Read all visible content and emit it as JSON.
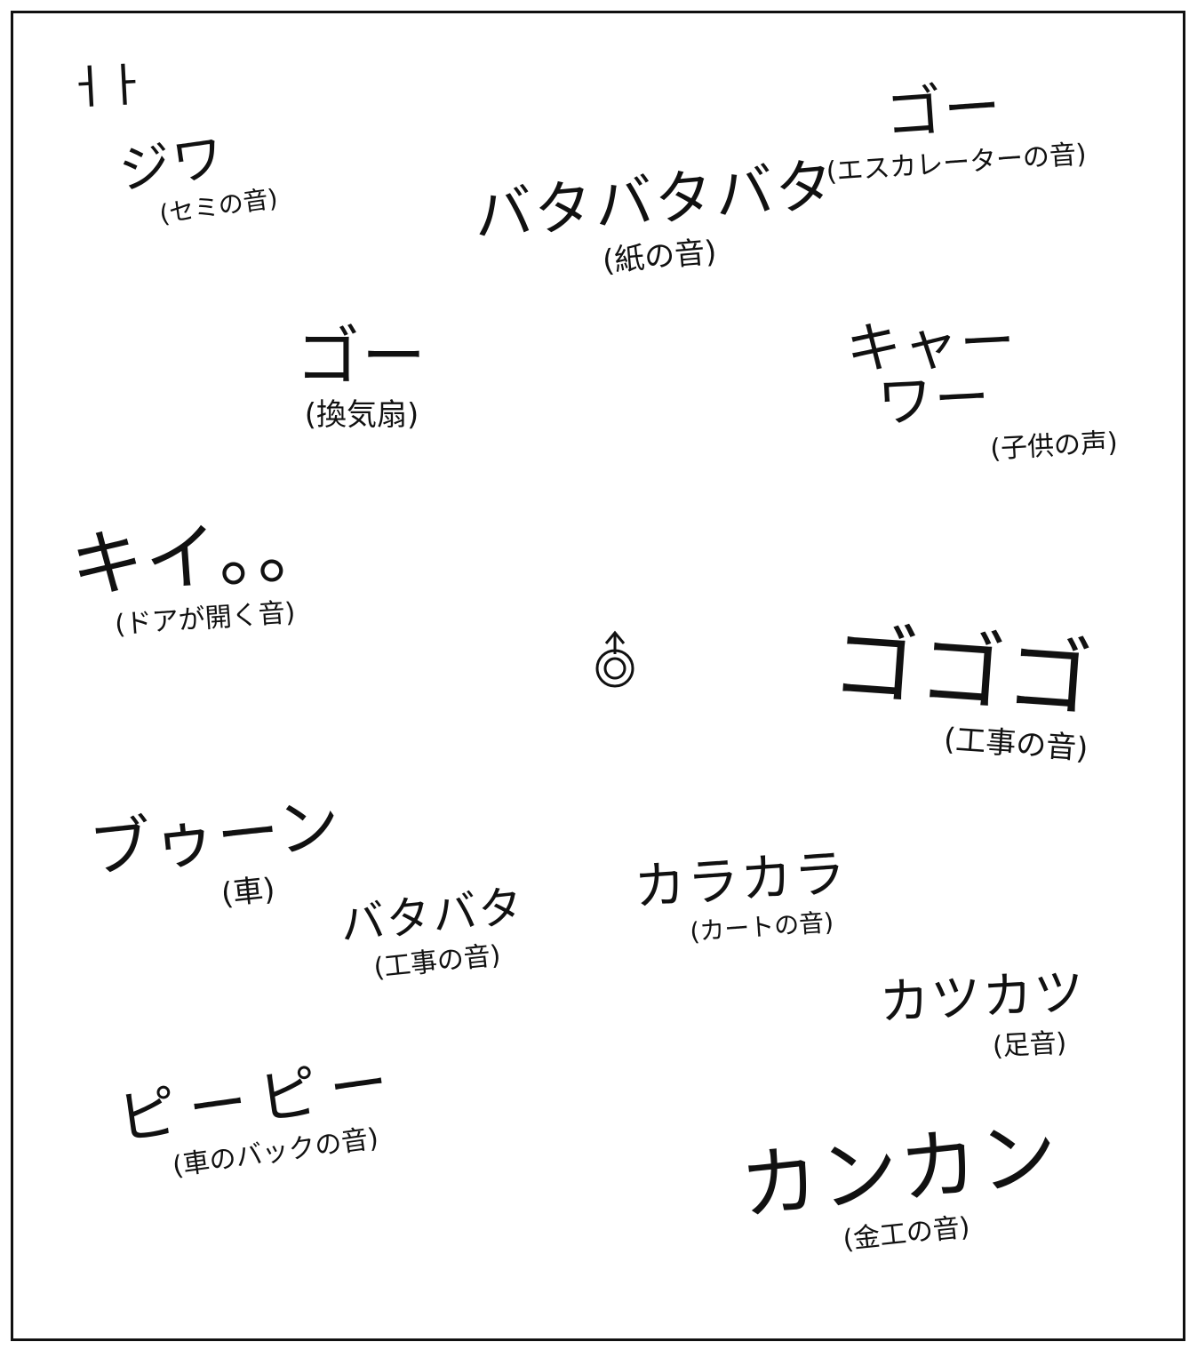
{
  "corner_label": "ㅓㅏ",
  "sound_effects": [
    {
      "id": "semi",
      "word": "ジワ",
      "caption": "(セミの音)"
    },
    {
      "id": "paper",
      "word": "バタバタバタ",
      "caption": "(紙の音)"
    },
    {
      "id": "escalator",
      "word": "ゴー",
      "caption": "(エスカレーターの音)"
    },
    {
      "id": "air",
      "word": "ゴー",
      "caption": "(換気扇)"
    },
    {
      "id": "child",
      "word": "キャーワー",
      "caption": "(子供の声)"
    },
    {
      "id": "door",
      "word": "キイ。。",
      "caption": "(ドアが開く音)"
    },
    {
      "id": "construction1",
      "word": "ゴゴゴ",
      "caption": "(工事の音)"
    },
    {
      "id": "car",
      "word": "ブゥーン",
      "caption": "(車)"
    },
    {
      "id": "construction2",
      "word": "バタバタ",
      "caption": "(工事の音)"
    },
    {
      "id": "cart",
      "word": "カラカラ",
      "caption": "(カートの音)"
    },
    {
      "id": "footsteps",
      "word": "カツカツ",
      "caption": "(足音)"
    },
    {
      "id": "carback",
      "word": "ピーピー",
      "caption": "(車のバックの音)"
    },
    {
      "id": "metalwork",
      "word": "カンカン",
      "caption": "(金工の音)"
    }
  ],
  "colors": {
    "ink": "#111111",
    "paper": "#ffffff"
  },
  "marker_icon": "person-with-arrow-icon"
}
